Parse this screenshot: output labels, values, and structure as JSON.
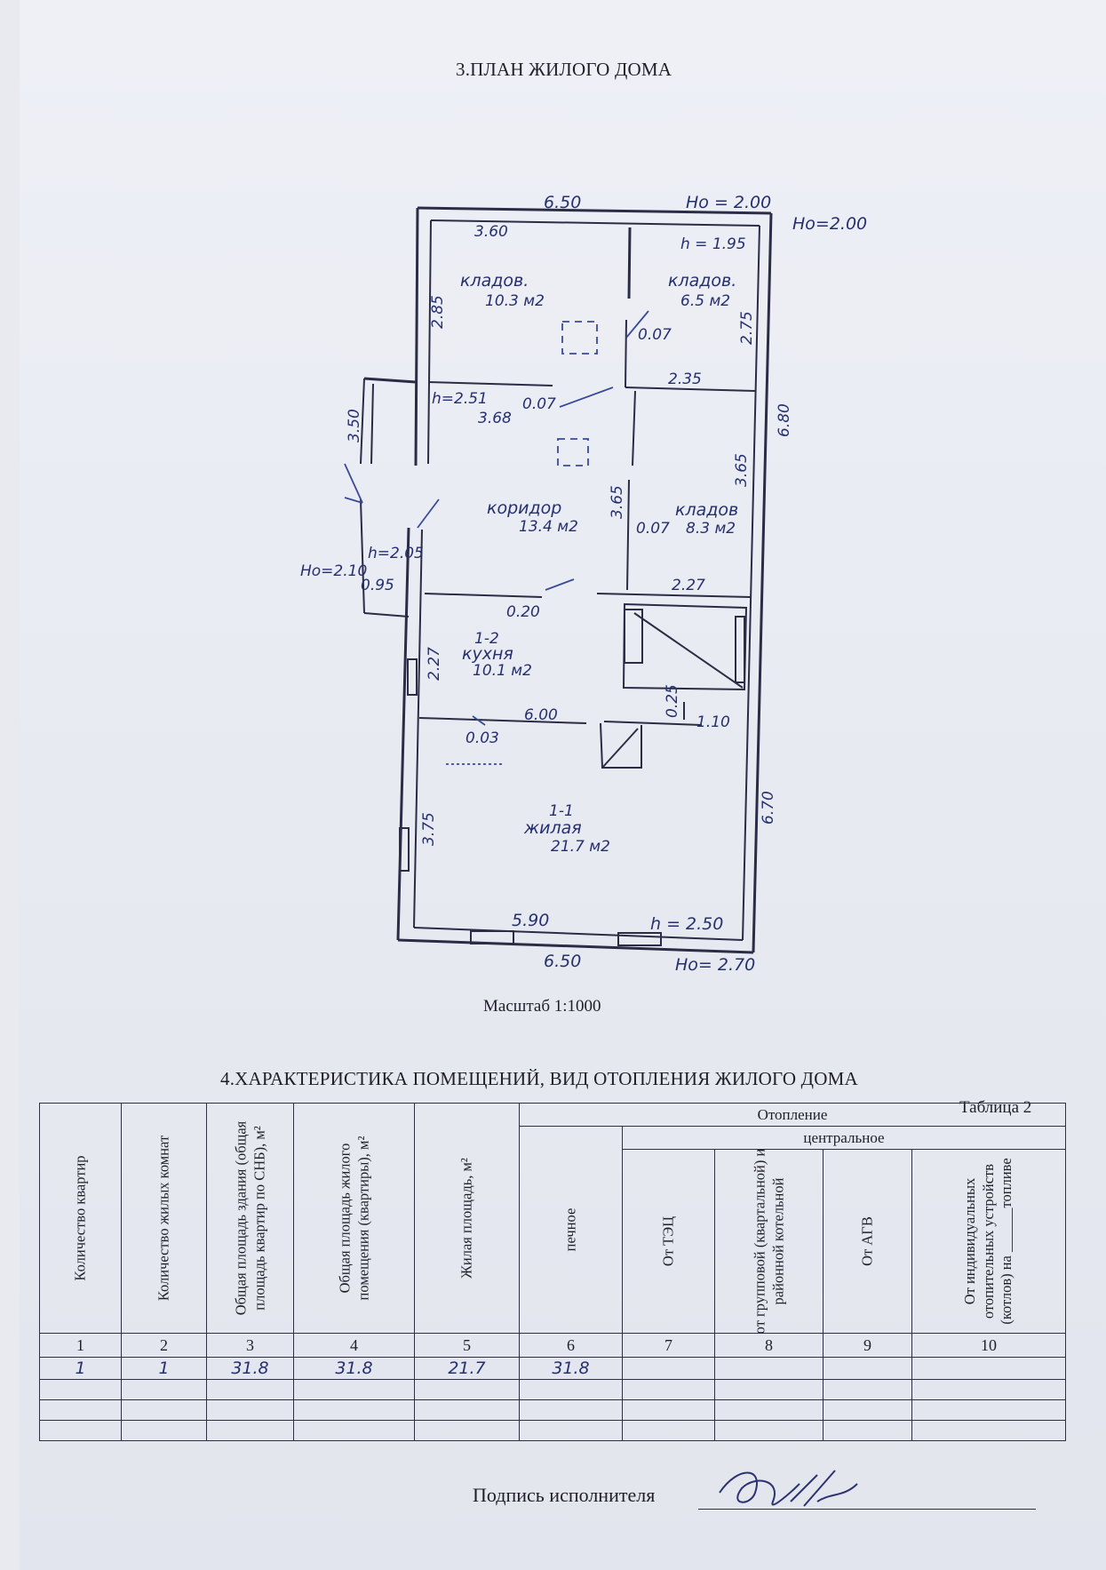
{
  "plan": {
    "title": "3.ПЛАН ЖИЛОГО ДОМА",
    "scale": "Масштаб 1:1000",
    "labels": {
      "top_width": "6.50",
      "ho_top": "Ho = 2.00",
      "ho_right": "Ho=2.00",
      "room_top_w": "3.60",
      "h_top": "h = 1.95",
      "left_h1": "2.85",
      "storage1_name": "кладов.",
      "storage1_area": "10.3 м2",
      "storage2_name": "кладов.",
      "storage2_area": "6.5 м2",
      "right_h1": "2.75",
      "wall_thick1": "0.07",
      "width_235": "2.35",
      "right_total": "6.80",
      "h_251": "h=2.51",
      "wall_thick2": "0.07",
      "width_368": "3.68",
      "left_vest_h": "3.50",
      "right_h2": "3.65",
      "corridor_name": "коридор",
      "corridor_area": "13.4 м2",
      "mid_h": "3.65",
      "storage3_name": "кладов",
      "storage3_area": "8.3 м2",
      "wall_thick3": "0.07",
      "h_205": "h=2.05",
      "ho_left": "Ho=2.10",
      "vest_w": "0.95",
      "width_227": "2.27",
      "wall_thick4": "0.20",
      "kitchen_h": "2.27",
      "kitchen_no": "1-2",
      "kitchen_name": "кухня",
      "kitchen_area": "10.1 м2",
      "stair_h": "0.25",
      "width_110": "1.10",
      "width_600": "6.00",
      "wall_thick5": "0.03",
      "right_total2": "6.70",
      "living_h": "3.75",
      "living_no": "1-1",
      "living_name": "жилая",
      "living_area": "21.7 м2",
      "width_590": "5.90",
      "h_250": "h = 2.50",
      "bottom_width": "6.50",
      "ho_bottom": "Ho= 2.70"
    }
  },
  "table": {
    "title": "4.ХАРАКТЕРИСТИКА ПОМЕЩЕНИЙ, ВИД ОТОПЛЕНИЯ ЖИЛОГО ДОМА",
    "caption": "Таблица 2",
    "heating_header": "Отопление",
    "central_header": "центральное",
    "columns": [
      "Количество квартир",
      "Количество жилых комнат",
      "Общая площадь здания (общая площадь квартир по СНБ), м²",
      "Общая площадь жилого помещения (квартиры), м²",
      "Жилая площадь, м²",
      "печное",
      "От ТЭЦ",
      "от групповой (квартальной) и районной котельной",
      "От АГВ",
      "От индивидуальных отопительных устройств (котлов) на ______топливе"
    ],
    "numbers": [
      "1",
      "2",
      "3",
      "4",
      "5",
      "6",
      "7",
      "8",
      "9",
      "10"
    ],
    "values": [
      "1",
      "1",
      "31.8",
      "31.8",
      "21.7",
      "31.8",
      "",
      "",
      "",
      ""
    ]
  },
  "signature": {
    "label": "Подпись исполнителя"
  }
}
